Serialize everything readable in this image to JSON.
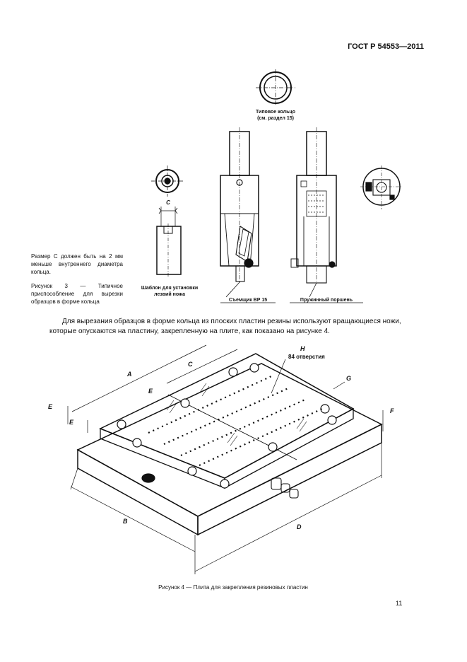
{
  "header": {
    "standard": "ГОСТ Р 54553—2011"
  },
  "figure3": {
    "label_ring": "Типовое кольцо",
    "label_ring_ref": "(см. раздел 15)",
    "label_template": "Шаблон для установки\nлезвий ножа",
    "label_ejector": "Съемщик ВР 15",
    "label_piston": "Пружинный поршень",
    "dim_c": "C",
    "note": "Размер С должен быть на 2 мм меньше внутреннего диаметра кольца.",
    "caption": "Рисунок 3 — Типичное приспособление для вырезки образцов в форме кольца"
  },
  "paragraph": "Для вырезания образцов в форме кольца из плоских пластин резины используют вращающиеся ножи, которые опускаются на пластину, закрепленную на плите, как показано на рисунке 4.",
  "figure4": {
    "label_holes_h": "H",
    "label_holes": "84 отверстия",
    "dim_a": "A",
    "dim_b": "B",
    "dim_c": "C",
    "dim_d": "D",
    "dim_e": "E",
    "dim_f": "F",
    "dim_g": "G",
    "caption": "Рисунок 4 — Плита для закрепления резиновых пластин"
  },
  "footer": {
    "page": "11"
  }
}
